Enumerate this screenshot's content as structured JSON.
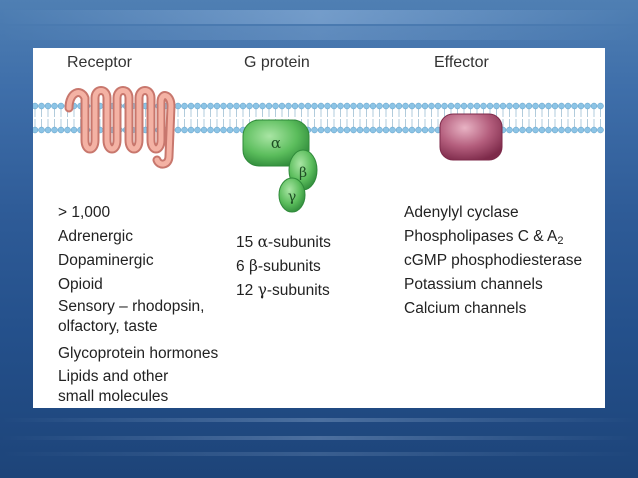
{
  "headers": {
    "receptor": "Receptor",
    "g_protein": "G protein",
    "effector": "Effector"
  },
  "subunit_symbols": {
    "alpha": "α",
    "beta": "β",
    "gamma": "γ"
  },
  "receptor_list": {
    "item1": "> 1,000",
    "item2": "Adrenergic",
    "item3": "Dopaminergic",
    "item4": "Opioid",
    "item5_line1": "Sensory – rhodopsin,",
    "item5_line2": "olfactory, taste",
    "item6": "Glycoprotein hormones",
    "item7_line1": "Lipids and other",
    "item7_line2": "small molecules"
  },
  "g_protein_list": {
    "alpha_count": "15",
    "alpha_label": "-subunits",
    "beta_count": "6",
    "beta_label": "-subunits",
    "gamma_count": "12",
    "gamma_label": "-subunits"
  },
  "effector_list": {
    "item1": "Adenylyl cyclase",
    "item2": "Phospholipases C & A",
    "item2_sub": "2",
    "item3": "cGMP phosphodiesterase",
    "item4": "Potassium channels",
    "item5": "Calcium channels"
  },
  "colors": {
    "membrane": "#8cc4e6",
    "receptor": "#f2a89a",
    "g_protein": "#57b95c",
    "effector": "#9c3a5e",
    "background": "#2e5b97"
  }
}
